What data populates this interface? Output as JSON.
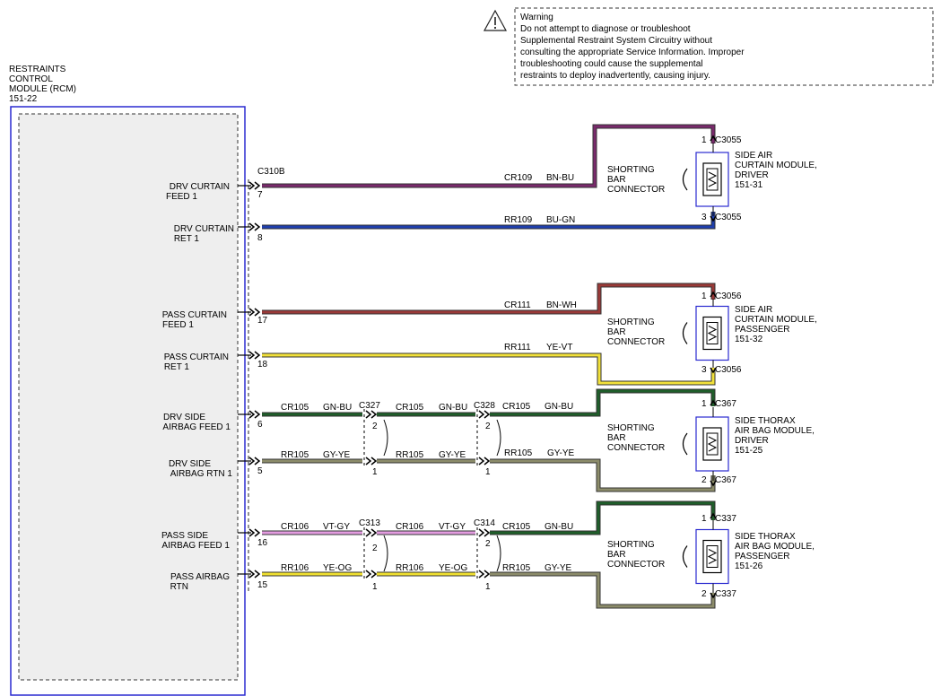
{
  "warning": {
    "lines": [
      "Warning",
      "Do not attempt to diagnose or troubleshoot",
      "Supplemental Restraint System Circuitry without",
      "consulting the appropriate Service Information. Improper",
      "troubleshooting could cause the supplemental",
      "restraints to deploy inadvertently, causing injury."
    ]
  },
  "module": {
    "title_lines": [
      "RESTRAINTS",
      "CONTROL",
      "MODULE (RCM)",
      "151-22"
    ],
    "connector": "C310B"
  },
  "pins": [
    {
      "label_lines": [
        "DRV CURTAIN",
        "FEED 1"
      ],
      "pin": "7"
    },
    {
      "label_lines": [
        "DRV CURTAIN",
        "RET 1"
      ],
      "pin": "8"
    },
    {
      "label_lines": [
        "PASS CURTAIN",
        "FEED 1"
      ],
      "pin": "17"
    },
    {
      "label_lines": [
        "PASS CURTAIN",
        "RET 1"
      ],
      "pin": "18"
    },
    {
      "label_lines": [
        "DRV SIDE",
        "AIRBAG FEED 1"
      ],
      "pin": "6"
    },
    {
      "label_lines": [
        "DRV SIDE",
        "AIRBAG RTN 1"
      ],
      "pin": "5"
    },
    {
      "label_lines": [
        "PASS SIDE",
        "AIRBAG FEED 1"
      ],
      "pin": "16"
    },
    {
      "label_lines": [
        "PASS AIRBAG",
        "RTN"
      ],
      "pin": "15"
    }
  ],
  "wires": [
    {
      "circuit": "CR109",
      "color": "BN-BU"
    },
    {
      "circuit": "RR109",
      "color": "BU-GN"
    },
    {
      "circuit": "CR111",
      "color": "BN-WH"
    },
    {
      "circuit": "RR111",
      "color": "YE-VT"
    },
    {
      "circuit": "CR105",
      "color": "GN-BU"
    },
    {
      "circuit": "RR105",
      "color": "GY-YE"
    },
    {
      "circuit": "CR106",
      "color": "VT-GY"
    },
    {
      "circuit": "RR106",
      "color": "YE-OG"
    }
  ],
  "inline_connectors": [
    "C327",
    "C328",
    "C313",
    "C314"
  ],
  "inline_pins": {
    "feed": "2",
    "rtn": "1"
  },
  "devices": [
    {
      "name_lines": [
        "SIDE AIR",
        "CURTAIN MODULE,",
        "DRIVER",
        "151-31"
      ],
      "connector": "C3055",
      "pin_top": "1",
      "pin_bottom": "3"
    },
    {
      "name_lines": [
        "SIDE AIR",
        "CURTAIN MODULE,",
        "PASSENGER",
        "151-32"
      ],
      "connector": "C3056",
      "pin_top": "1",
      "pin_bottom": "3"
    },
    {
      "name_lines": [
        "SIDE THORAX",
        "AIR BAG MODULE,",
        "DRIVER",
        "151-25"
      ],
      "connector": "C367",
      "pin_top": "1",
      "pin_bottom": "2"
    },
    {
      "name_lines": [
        "SIDE THORAX",
        "AIR BAG MODULE,",
        "PASSENGER",
        "151-26"
      ],
      "connector": "C337",
      "pin_top": "1",
      "pin_bottom": "2"
    }
  ],
  "shorting_bar_lines": [
    "SHORTING",
    "BAR",
    "CONNECTOR"
  ],
  "wire_colors": {
    "BN-BU": "#7a2a6c",
    "BU-GN": "#1f3fae",
    "BN-WH": "#9a3a38",
    "YE-VT": "#f2e13a",
    "GN-BU": "#1f5e2a",
    "GY-YE": "#8c8c6a",
    "VT-GY": "#e39ce0",
    "YE-OG": "#f0e030"
  },
  "module_border_color": "#2a2ad0"
}
